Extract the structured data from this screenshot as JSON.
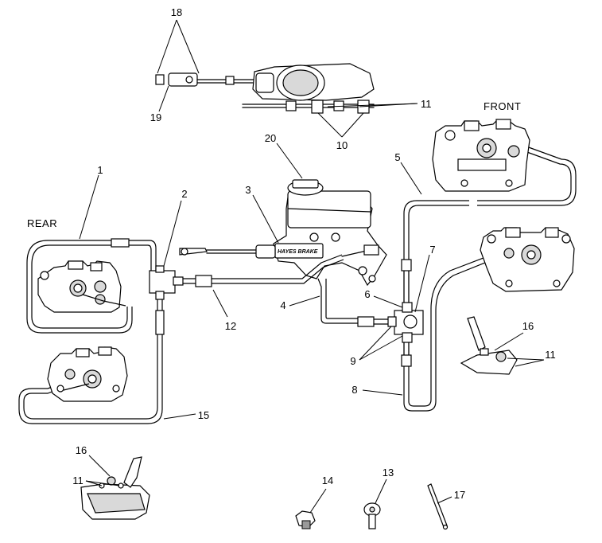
{
  "labels": {
    "rear": "REAR",
    "front": "FRONT",
    "brand": "HAYES BRAKE"
  },
  "callouts": {
    "c1": "1",
    "c2": "2",
    "c3": "3",
    "c4": "4",
    "c5": "5",
    "c6": "6",
    "c7": "7",
    "c8": "8",
    "c9": "9",
    "c10": "10",
    "c11a": "11",
    "c11b": "11",
    "c11c": "11",
    "c12": "12",
    "c13": "13",
    "c14": "14",
    "c15": "15",
    "c16a": "16",
    "c16b": "16",
    "c17": "17",
    "c18": "18",
    "c19": "19",
    "c20": "20"
  }
}
